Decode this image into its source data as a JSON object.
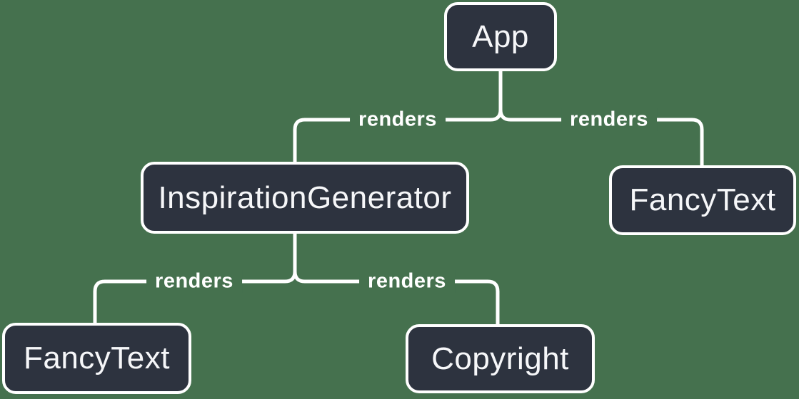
{
  "colors": {
    "background": "#45714E",
    "node-fill": "#2D333F",
    "node-border": "#FFFFFF",
    "node-text": "#F6F7F9",
    "edge": "#FFFFFF",
    "edge-label-text": "#FFFFFF"
  },
  "diagram": {
    "type": "component-render-tree",
    "root": "App",
    "nodes": [
      {
        "id": "app",
        "label": "App"
      },
      {
        "id": "inspiration-generator",
        "label": "InspirationGenerator"
      },
      {
        "id": "fancy-text-top-right",
        "label": "FancyText"
      },
      {
        "id": "fancy-text-bottom-left",
        "label": "FancyText"
      },
      {
        "id": "copyright",
        "label": "Copyright"
      }
    ],
    "edges": [
      {
        "from": "App",
        "to": "InspirationGenerator",
        "label": "renders"
      },
      {
        "from": "App",
        "to": "FancyText",
        "label": "renders"
      },
      {
        "from": "InspirationGenerator",
        "to": "FancyText",
        "label": "renders"
      },
      {
        "from": "InspirationGenerator",
        "to": "Copyright",
        "label": "renders"
      }
    ]
  }
}
